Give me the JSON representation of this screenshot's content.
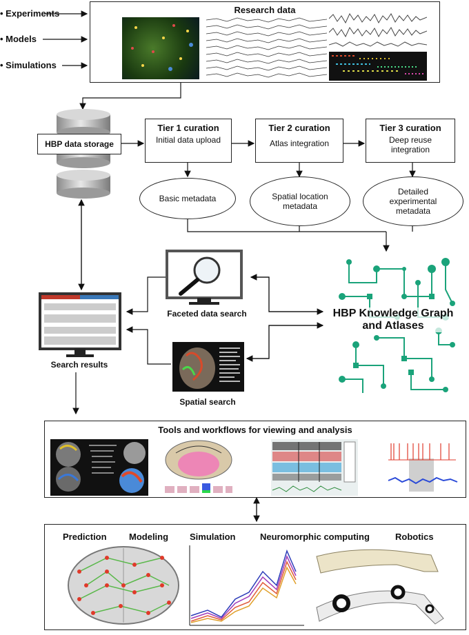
{
  "inputs": [
    "• Experiments",
    "• Models",
    "• Simulations"
  ],
  "research_data": {
    "title": "Research data"
  },
  "storage": {
    "label": "HBP data storage"
  },
  "tiers": [
    {
      "title": "Tier 1 curation",
      "desc": "Initial data upload"
    },
    {
      "title": "Tier 2 curation",
      "desc": "Atlas integration"
    },
    {
      "title": "Tier 3 curation",
      "desc": "Deep reuse integration"
    }
  ],
  "metadata": [
    "Basic metadata",
    "Spatial location metadata",
    "Detailed experimental metadata"
  ],
  "search": {
    "faceted": "Faceted data search",
    "spatial": "Spatial search",
    "results": "Search results"
  },
  "knowledge_graph": {
    "label": "HBP Knowledge Graph and Atlases",
    "color": "#1aa37a"
  },
  "tools": {
    "title": "Tools and workflows for viewing and analysis"
  },
  "applications": [
    "Prediction",
    "Modeling",
    "Simulation",
    "Neuromorphic computing",
    "Robotics"
  ]
}
